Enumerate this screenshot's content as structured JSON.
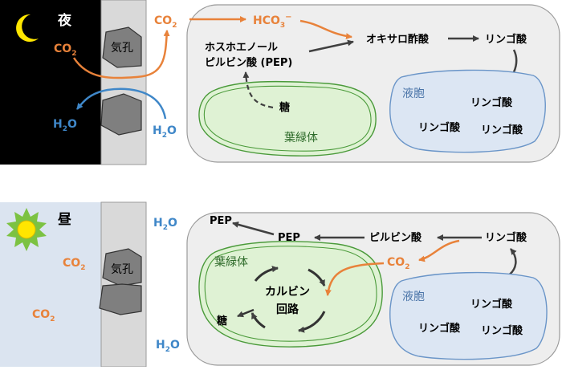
{
  "colors": {
    "night_bg": "#000000",
    "day_bg": "#dbe4f0",
    "cell_wall": "#d9d9d9",
    "cell_fill": "#eeeeee",
    "guard_cell": "#7f7f7f",
    "chloroplast_fill": "#dff2d4",
    "chloroplast_stroke": "#4a9a3a",
    "vacuole_fill": "#dce6f3",
    "vacuole_stroke": "#6a95c8",
    "co2": "#e8823a",
    "h2o": "#3f87c8",
    "dark_arrow": "#404040",
    "moon": "#ffe600",
    "sun": "#ffe600",
    "sun_rays": "#7cc242"
  },
  "night": {
    "title": "夜",
    "co2_outside": "CO",
    "co2_outside_sub": "2",
    "h2o_outside": "H",
    "h2o_outside_sub": "2",
    "h2o_outside_tail": "O",
    "stoma": "気孔",
    "co2_inside": "CO",
    "co2_inside_sub": "2",
    "h2o_inside": "H",
    "h2o_inside_sub": "2",
    "h2o_inside_tail": "O",
    "hco3": "HCO",
    "hco3_sub": "3",
    "hco3_sup": "−",
    "pep_line1": "ホスホエノール",
    "pep_line2": "ピルビン酸 (PEP)",
    "oxaloacetate": "オキサロ酢酸",
    "malate": "リンゴ酸",
    "sugar": "糖",
    "chloroplast": "葉緑体",
    "vacuole": "液胞",
    "vacuole_malate_1": "リンゴ酸",
    "vacuole_malate_2": "リンゴ酸",
    "vacuole_malate_3": "リンゴ酸"
  },
  "day": {
    "title": "昼",
    "co2_outside_1": "CO",
    "co2_outside_1_sub": "2",
    "co2_outside_2": "CO",
    "co2_outside_2_sub": "2",
    "stoma": "気孔",
    "h2o_top": "H",
    "h2o_top_sub": "2",
    "h2o_top_tail": "O",
    "h2o_bottom": "H",
    "h2o_bottom_sub": "2",
    "h2o_bottom_tail": "O",
    "pep_out": "PEP",
    "pep": "PEP",
    "pyruvate": "ピルビン酸",
    "malate": "リンゴ酸",
    "co2_inside": "CO",
    "co2_inside_sub": "2",
    "chloroplast": "葉緑体",
    "calvin_line1": "カルビン",
    "calvin_line2": "回路",
    "sugar": "糖",
    "vacuole": "液胞",
    "vacuole_malate_1": "リンゴ酸",
    "vacuole_malate_2": "リンゴ酸",
    "vacuole_malate_3": "リンゴ酸"
  }
}
